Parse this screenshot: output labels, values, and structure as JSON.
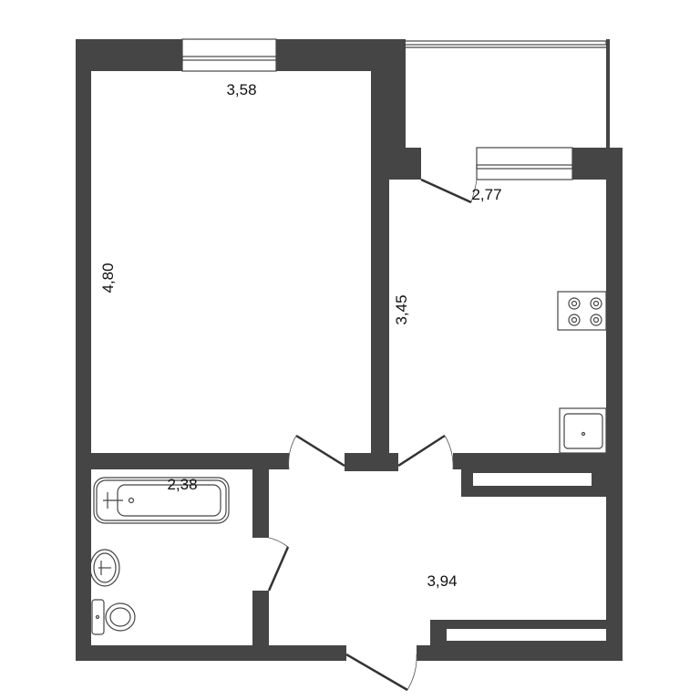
{
  "plan": {
    "wall_color": "#454545",
    "rooms": [
      {
        "id": "living-room",
        "width_label": "3,58",
        "length_label": "4,80"
      },
      {
        "id": "balcony",
        "label": "2,77"
      },
      {
        "id": "kitchen",
        "label": "3,45"
      },
      {
        "id": "bathroom",
        "label": "2,38"
      },
      {
        "id": "hallway",
        "label": "3,94"
      }
    ],
    "fixtures": [
      "stove-icon",
      "kitchen-sink-icon",
      "bathtub-icon",
      "washbasin-icon",
      "toilet-icon"
    ]
  }
}
